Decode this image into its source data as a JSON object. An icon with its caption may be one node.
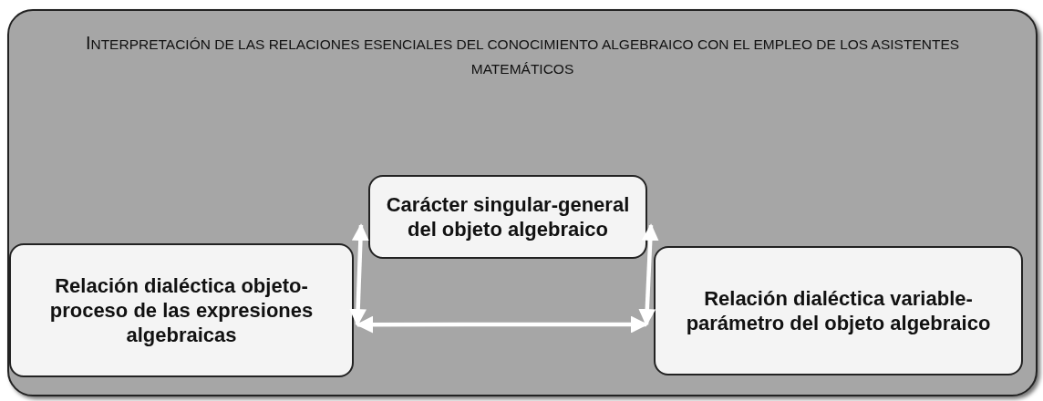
{
  "diagram": {
    "nodes": [
      {
        "text": [
          "INTERPRETACIÓN DE LAS RELACIONES ESENCIALES DEL CONOCIMIENTO ALGEBRAICO CON EL EMPLEO DE LOS ASISTENTES MATEMÁTICOS"
        ]
      },
      {
        "text": [
          "Carácter singular-general del objeto algebraico"
        ],
        "in": 0
      },
      {
        "text": [
          "Relación dialéctica objeto-proceso de las expresiones algebraicas"
        ],
        "in": 0
      },
      {
        "text": [
          "Relación dialéctica variable-parámetro del objeto algebraico"
        ],
        "in": 0
      }
    ],
    "edges": [
      {
        "from": 2,
        "to": 1,
        "arrow": "both"
      },
      {
        "from": 1,
        "to": 3,
        "arrow": "both"
      },
      {
        "from": 2,
        "to": 3,
        "arrow": "both"
      }
    ]
  }
}
